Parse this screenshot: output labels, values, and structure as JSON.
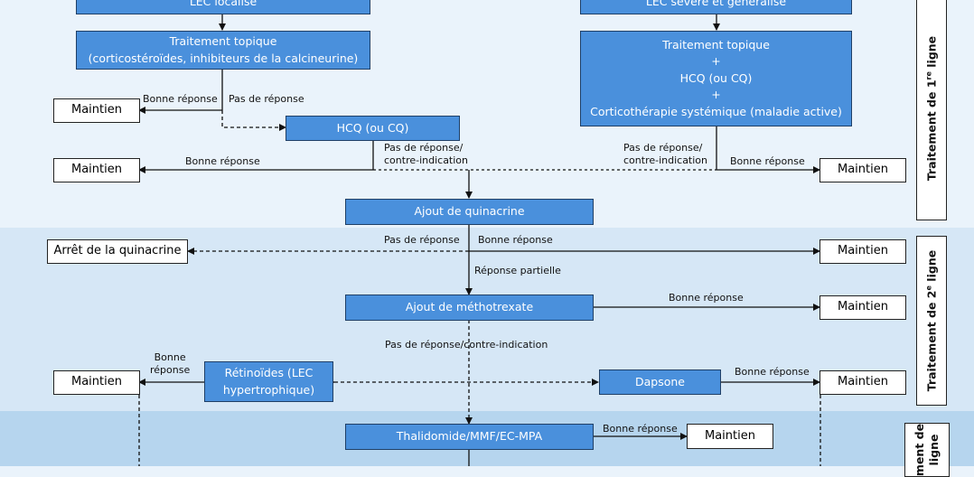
{
  "diagram": {
    "sections": {
      "first_line": "Traitement de 1",
      "first_line_sup": "re",
      "first_line_end": " ligne",
      "second_line": "Traitement de 2",
      "second_line_sup": "e",
      "second_line_end": " ligne",
      "third_line": "ment de",
      "third_line_end": "ligne"
    },
    "nodes": {
      "lec_localise": "LEC localisé",
      "lec_severe": "LEC sévère et généralisé",
      "topique_local_l1": "Traitement topique",
      "topique_local_l2": "(corticostéroïdes, inhibiteurs de la calcineurine)",
      "topique_sev_l1": "Traitement topique",
      "topique_sev_plus1": "+",
      "topique_sev_l2": "HCQ (ou CQ)",
      "topique_sev_plus2": "+",
      "topique_sev_l3": "Corticothérapie systémique (maladie active)",
      "hcq": "HCQ (ou CQ)",
      "quinacrine": "Ajout de quinacrine",
      "arret_quinacrine": "Arrêt de la quinacrine",
      "methotrexate": "Ajout de méthotrexate",
      "retinoides_l1": "Rétinoïdes (LEC",
      "retinoides_l2": "hypertrophique)",
      "dapsone": "Dapsone",
      "thalidomide": "Thalidomide/MMF/EC-MPA",
      "maintien": "Maintien"
    },
    "labels": {
      "bonne_reponse": "Bonne réponse",
      "pas_de_reponse": "Pas de réponse",
      "pas_de_reponse_slash": "Pas de réponse/",
      "contre_indication": "contre-indication",
      "reponse_partielle": "Réponse partielle",
      "pas_contre": "Pas de réponse/contre-indication",
      "bonne": "Bonne",
      "reponse": "réponse"
    },
    "colors": {
      "node_fill": "#4a90dc",
      "node_border": "#1f3f66",
      "band_first": "#eaf3fb",
      "band_second": "#d6e7f6",
      "band_third": "#b6d5ee"
    }
  }
}
